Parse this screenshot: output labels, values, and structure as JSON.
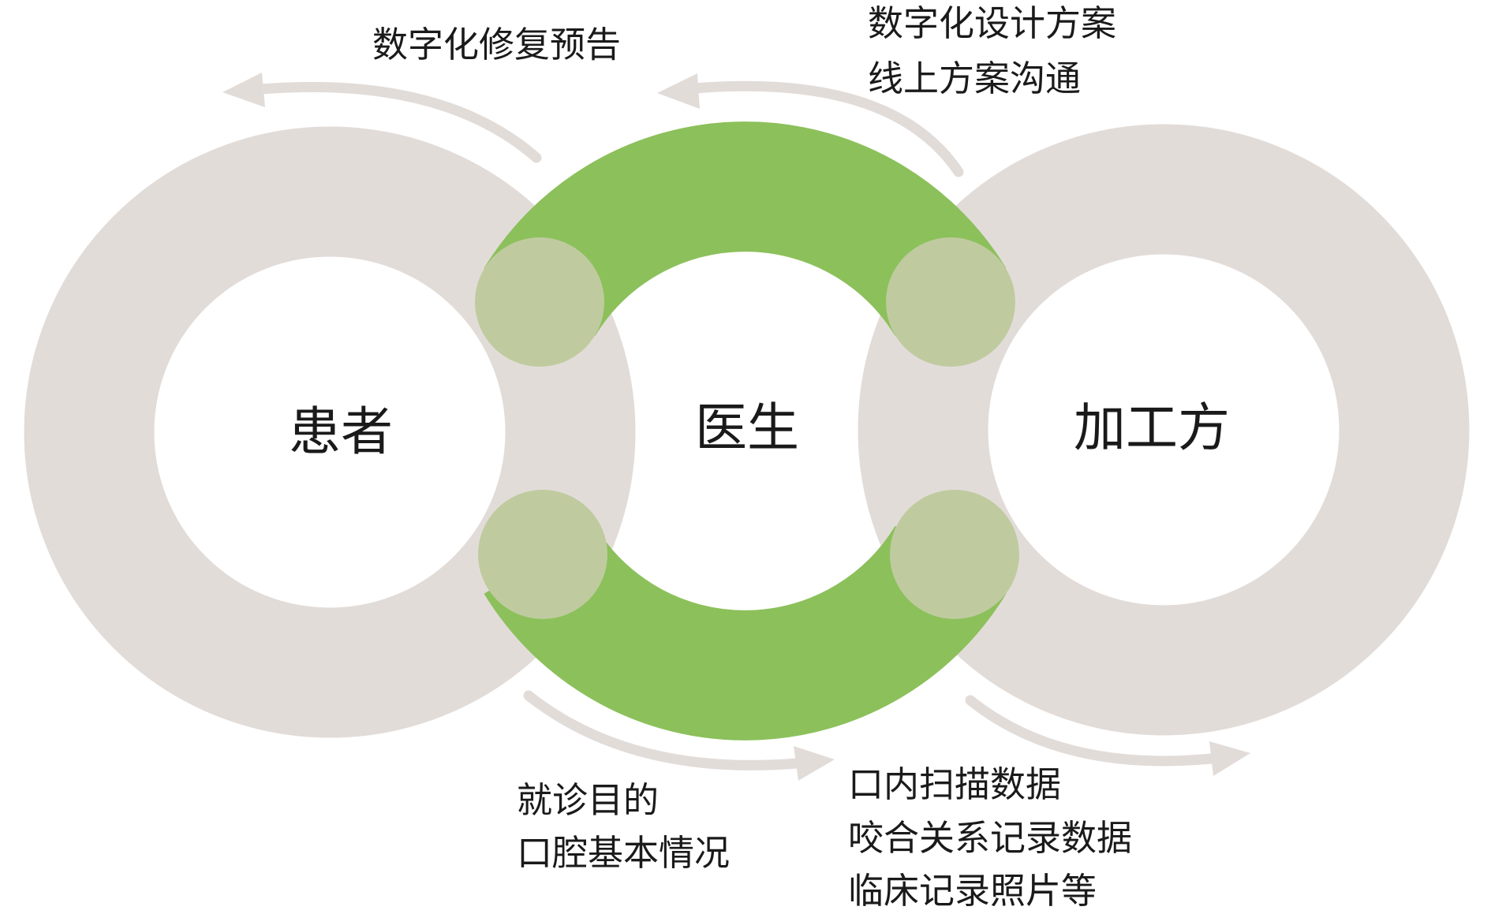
{
  "nodes": {
    "patient": "患者",
    "doctor": "医生",
    "lab": "加工方"
  },
  "flows": {
    "doctor_to_patient": [
      "数字化修复预告"
    ],
    "lab_to_doctor": [
      "数字化设计方案",
      "线上方案沟通"
    ],
    "patient_to_doctor": [
      "就诊目的",
      "口腔基本情况"
    ],
    "doctor_to_lab": [
      "口内扫描数据",
      "咬合关系记录数据",
      "临床记录照片等"
    ]
  },
  "colors": {
    "ring_gray": "#e2dcd9",
    "ring_green": "#8cc05b",
    "overlap": "#bfcb9f",
    "arrow_gray": "#e2dcd9"
  }
}
